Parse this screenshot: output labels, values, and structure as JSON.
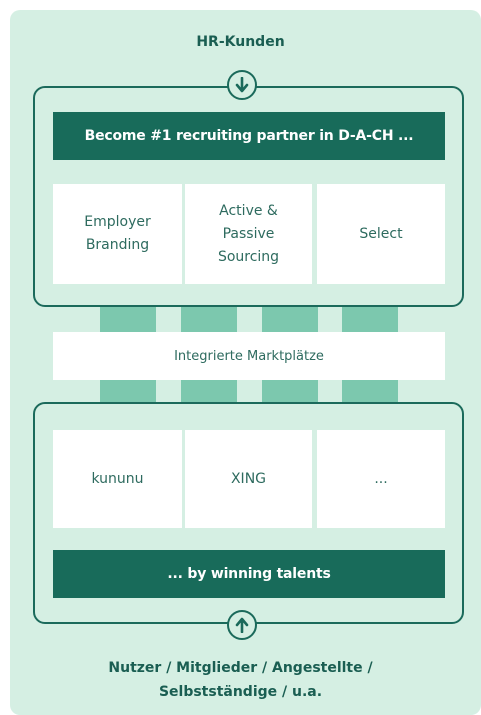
{
  "top_label": "HR-Kunden",
  "top_arrow_icon": "arrow-down-icon",
  "top_banner": "Become #1 recruiting partner in D-A-CH ...",
  "services": [
    {
      "line1": "Employer",
      "line2": "Branding",
      "line3": ""
    },
    {
      "line1": "Active &",
      "line2": "Passive",
      "line3": "Sourcing"
    },
    {
      "line1": "Select",
      "line2": "",
      "line3": ""
    }
  ],
  "marketplace_label": "Integrierte Marktplätze",
  "platforms": [
    "kununu",
    "XING",
    "..."
  ],
  "bottom_banner": "... by winning talents",
  "bottom_arrow_icon": "arrow-up-icon",
  "bottom_label_line1": "Nutzer / Mitglieder / Angestellte /",
  "bottom_label_line2": "Selbstständige / u.a.",
  "colors": {
    "panel_background": "#d5efe3",
    "dark_green": "#186b5a",
    "connector_green": "#7cc8ae",
    "text_green": "#2e6b5f"
  }
}
